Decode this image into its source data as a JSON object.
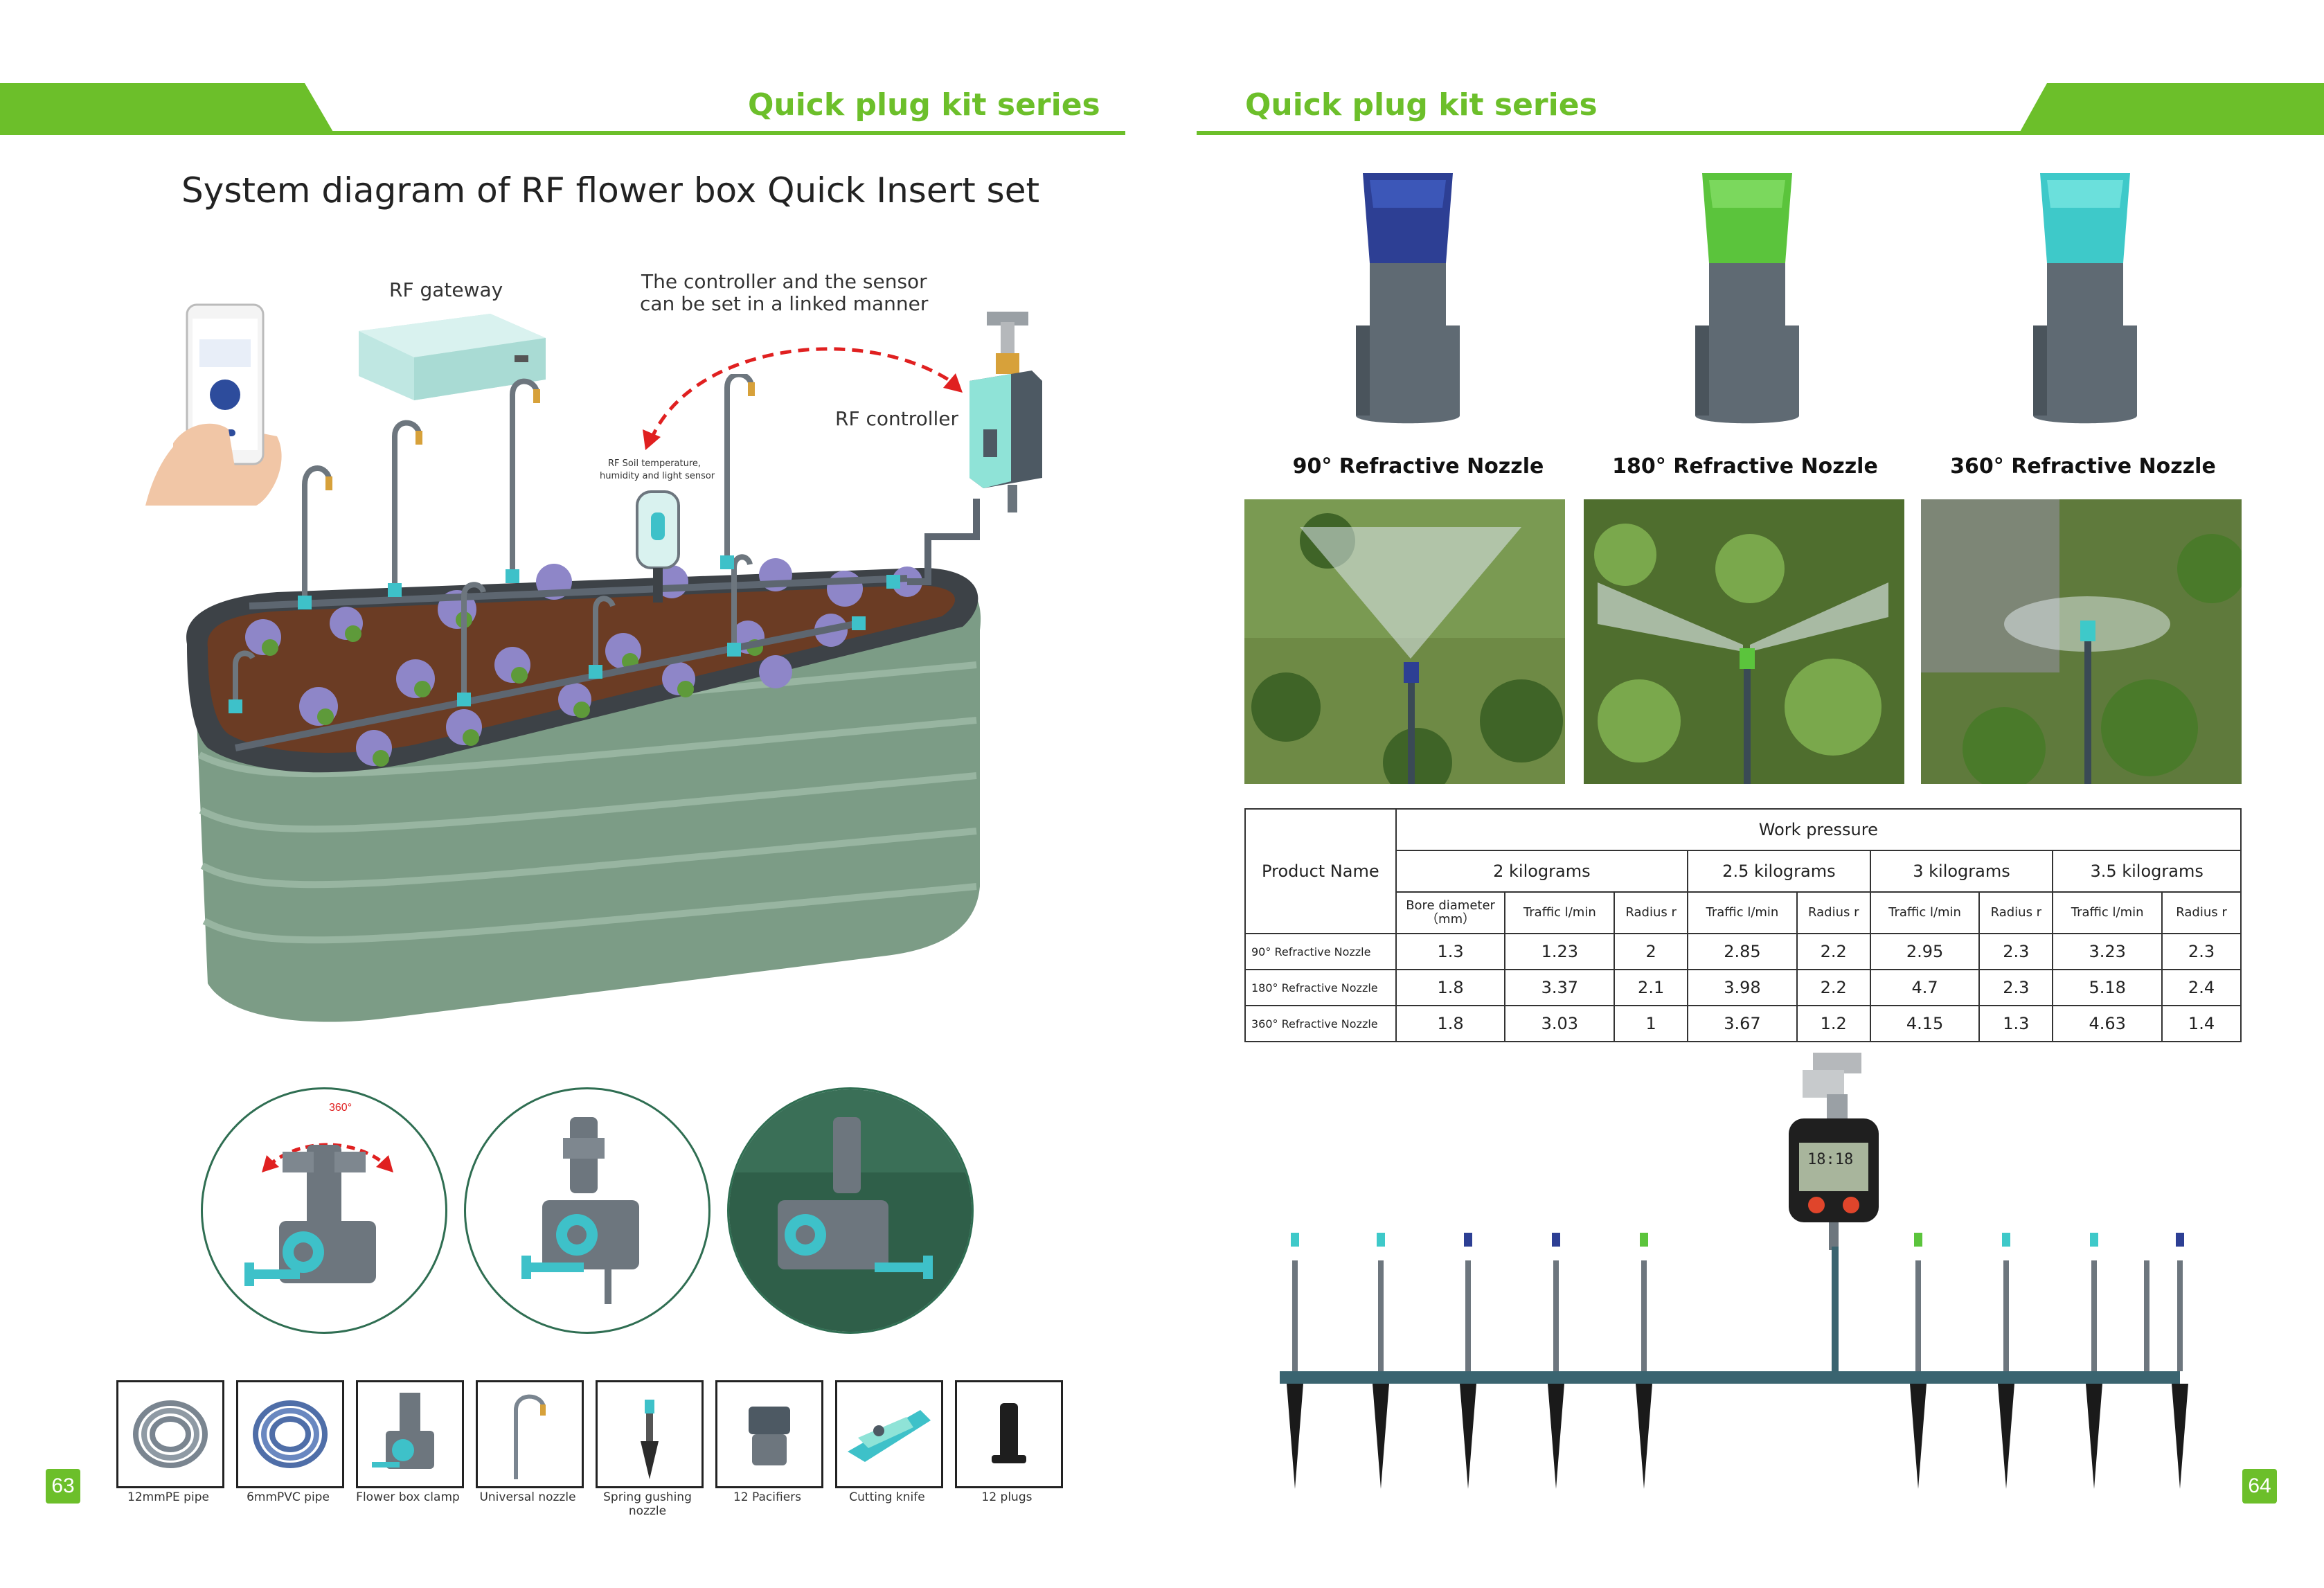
{
  "left_page": {
    "header": "Quick plug kit series",
    "title": "System diagram of RF flower box Quick Insert set",
    "labels": {
      "gateway": "RF gateway",
      "linked_line1": "The controller and the sensor",
      "linked_line2": "can be set in a linked manner",
      "controller": "RF controller",
      "sensor_line1": "RF Soil temperature,",
      "sensor_line2": "humidity and light sensor",
      "rotation": "360°"
    },
    "accessories": [
      {
        "label": "12mmPE pipe",
        "icon": "coiled-pipe-icon"
      },
      {
        "label": "6mmPVC pipe",
        "icon": "coiled-pipe-icon"
      },
      {
        "label": "Flower box clamp",
        "icon": "clamp-icon"
      },
      {
        "label": "Universal nozzle",
        "icon": "nozzle-icon"
      },
      {
        "label": "Spring gushing nozzle",
        "icon": "stake-nozzle-icon"
      },
      {
        "label": "12 Pacifiers",
        "icon": "pacifier-icon"
      },
      {
        "label": "Cutting knife",
        "icon": "cutter-icon"
      },
      {
        "label": "12 plugs",
        "icon": "plug-icon"
      }
    ],
    "page_number": "63"
  },
  "right_page": {
    "header": "Quick plug kit series",
    "nozzles": [
      {
        "name": "90° Refractive Nozzle",
        "color": "#2d3f94"
      },
      {
        "name": "180° Refractive Nozzle",
        "color": "#5bc43c"
      },
      {
        "name": "360° Refractive Nozzle",
        "color": "#3ec9c9"
      }
    ],
    "table": {
      "product_name_header": "Product Name",
      "work_pressure_header": "Work pressure",
      "pressures": [
        "2 kilograms",
        "2.5 kilograms",
        "3 kilograms",
        "3.5 kilograms"
      ],
      "sub_headers": {
        "bore": "Bore diameter（mm）",
        "traffic": "Traffic l/min",
        "radius": "Radius r"
      },
      "rows": [
        {
          "name": "90° Refractive Nozzle",
          "bore": "1.3",
          "vals": [
            "1.23",
            "2",
            "2.85",
            "2.2",
            "2.95",
            "2.3",
            "3.23",
            "2.3"
          ]
        },
        {
          "name": "180° Refractive Nozzle",
          "bore": "1.8",
          "vals": [
            "3.37",
            "2.1",
            "3.98",
            "2.2",
            "4.7",
            "2.3",
            "5.18",
            "2.4"
          ]
        },
        {
          "name": "360° Refractive Nozzle",
          "bore": "1.8",
          "vals": [
            "3.03",
            "1",
            "3.67",
            "1.2",
            "4.15",
            "1.3",
            "4.63",
            "1.4"
          ]
        }
      ]
    },
    "timer_display": "18:18",
    "page_number": "64"
  },
  "colors": {
    "accent_green": "#6cbf2a",
    "planter_green": "#7c9c86",
    "teal": "#3ec1c9",
    "grey_plastic": "#5f6a73"
  }
}
